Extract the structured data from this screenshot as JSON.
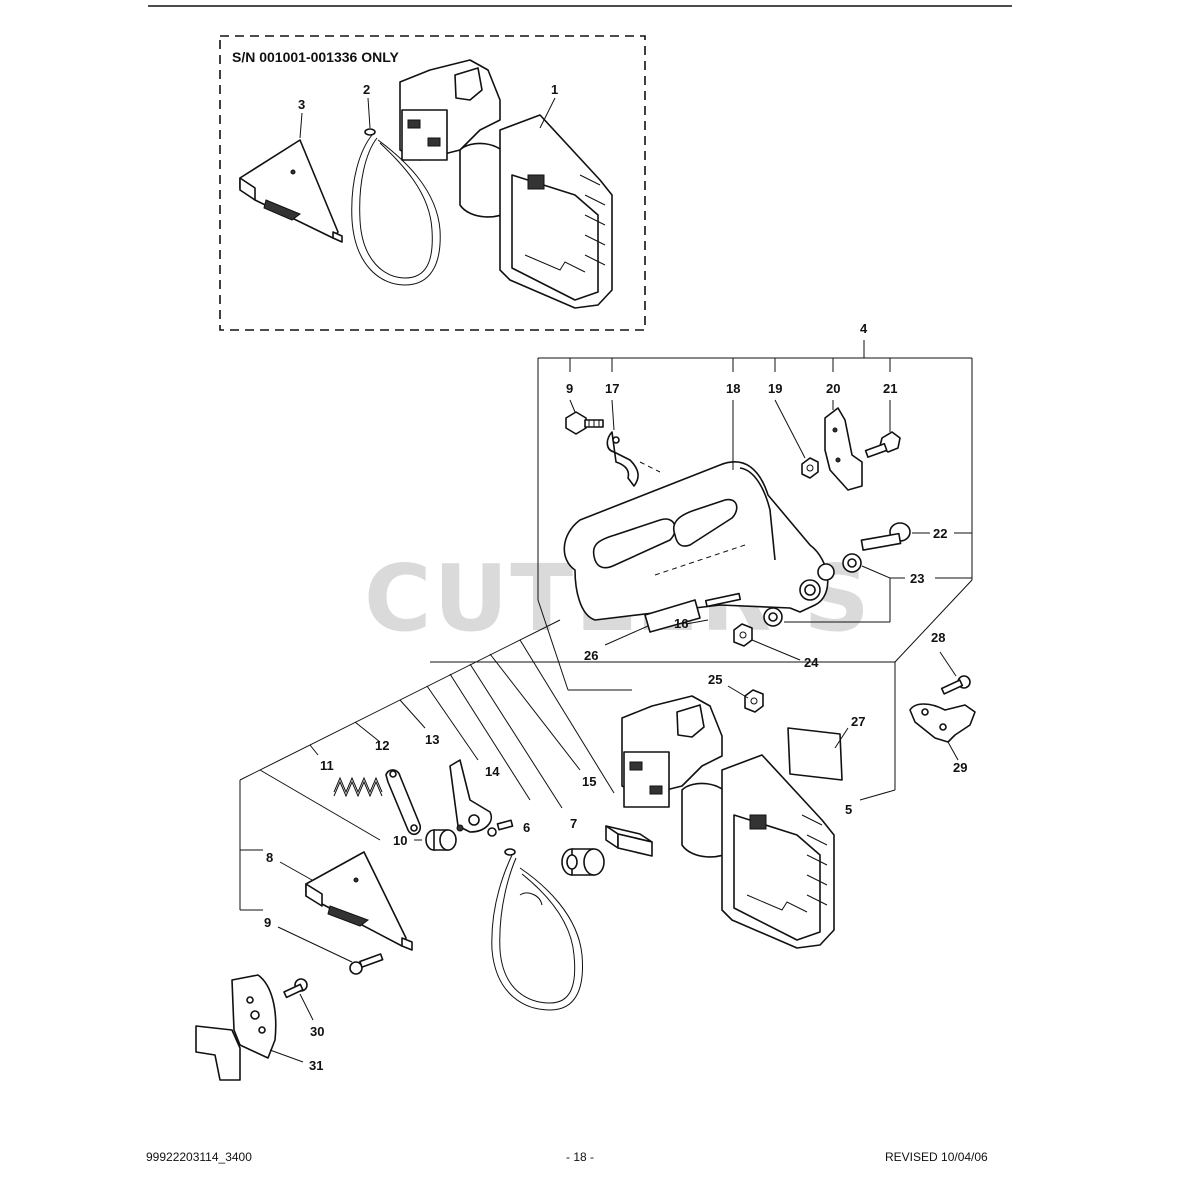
{
  "figure": {
    "inset_title": "S/N 001001-001336 ONLY",
    "watermark": "CUTLER'S",
    "labels": {
      "p1": "1",
      "p2": "2",
      "p3": "3",
      "p4": "4",
      "p5": "5",
      "p6": "6",
      "p7": "7",
      "p8": "8",
      "p9a": "9",
      "p9b": "9",
      "p10": "10",
      "p11": "11",
      "p12": "12",
      "p13": "13",
      "p14": "14",
      "p15": "15",
      "p16": "16",
      "p17": "17",
      "p18": "18",
      "p19": "19",
      "p20": "20",
      "p21": "21",
      "p22": "22",
      "p23": "23",
      "p24": "24",
      "p25": "25",
      "p26": "26",
      "p27": "27",
      "p28": "28",
      "p29": "29",
      "p30": "30",
      "p31": "31"
    }
  },
  "footer": {
    "part_number": "99922203114_3400",
    "page": "- 18 -",
    "revised": "REVISED 10/04/06"
  }
}
